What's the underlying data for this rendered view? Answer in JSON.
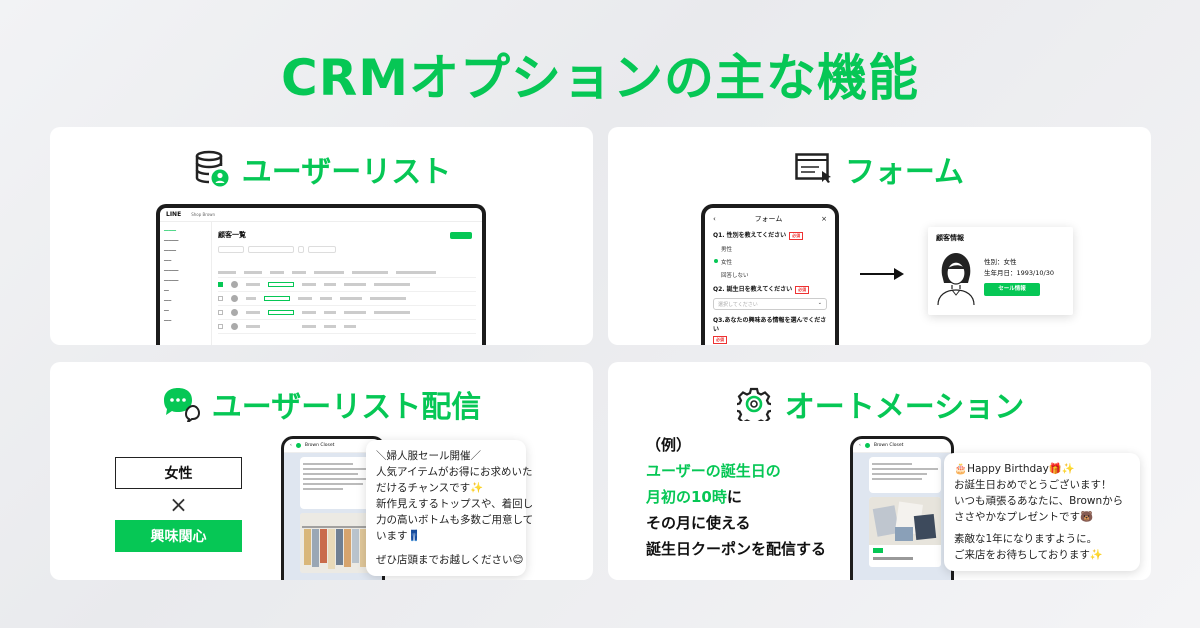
{
  "page_title": "CRMオプションの主な機能",
  "cards": {
    "user_list": {
      "title": "ユーザーリスト",
      "laptop": {
        "logo": "LINE",
        "shop": "Shop Brown",
        "heading": "顧客一覧"
      }
    },
    "form": {
      "title": "フォーム",
      "phone": {
        "header": "フォーム",
        "q1": "Q1. 性別を教えてください",
        "required": "必須",
        "options": [
          "男性",
          "女性",
          "回答しない"
        ],
        "q2": "Q2. 誕生日を教えてください",
        "select_placeholder": "選択してください",
        "q3": "Q3.あなたの興味ある情報を選んでください"
      },
      "profile": {
        "title": "顧客情報",
        "gender": "性別：女性",
        "birthday": "生年月日：1993/10/30",
        "button": "セール情報"
      }
    },
    "delivery": {
      "title": "ユーザーリスト配信",
      "tag_female": "女性",
      "tag_times": "×",
      "tag_interest": "興味関心",
      "phone_header": "Brown Closet",
      "bubble_lines": [
        "＼婦人服セール開催／",
        "人気アイテムがお得にお求めいた",
        "だけるチャンスです✨",
        "新作見えするトップスや、着回し",
        "力の高いボトムも多数ご用意して",
        "います👖",
        "",
        "ぜひ店頭までお越しください😊"
      ]
    },
    "automation": {
      "title": "オートメーション",
      "example_label": "（例）",
      "line_green_1": "ユーザーの誕生日の",
      "line_green_2": "月初の10時",
      "line_suffix_2": "に",
      "line_3": "その月に使える",
      "line_4": "誕生日クーポンを配信する",
      "phone_header": "Brown Closet",
      "bubble_lines": [
        "🎂Happy Birthday🎁✨",
        "お誕生日おめでとうございます！",
        "いつも頑張るあなたに、Brownから",
        "ささやかなプレゼントです🐻",
        "",
        "素敵な1年になりますように。",
        "ご来店をお待ちしております✨"
      ]
    }
  },
  "colors": {
    "brand_green": "#06c755",
    "background": "#f2f3f5"
  },
  "icons": [
    "database-user-icon",
    "form-window-icon",
    "chat-bubbles-icon",
    "gear-icon"
  ]
}
